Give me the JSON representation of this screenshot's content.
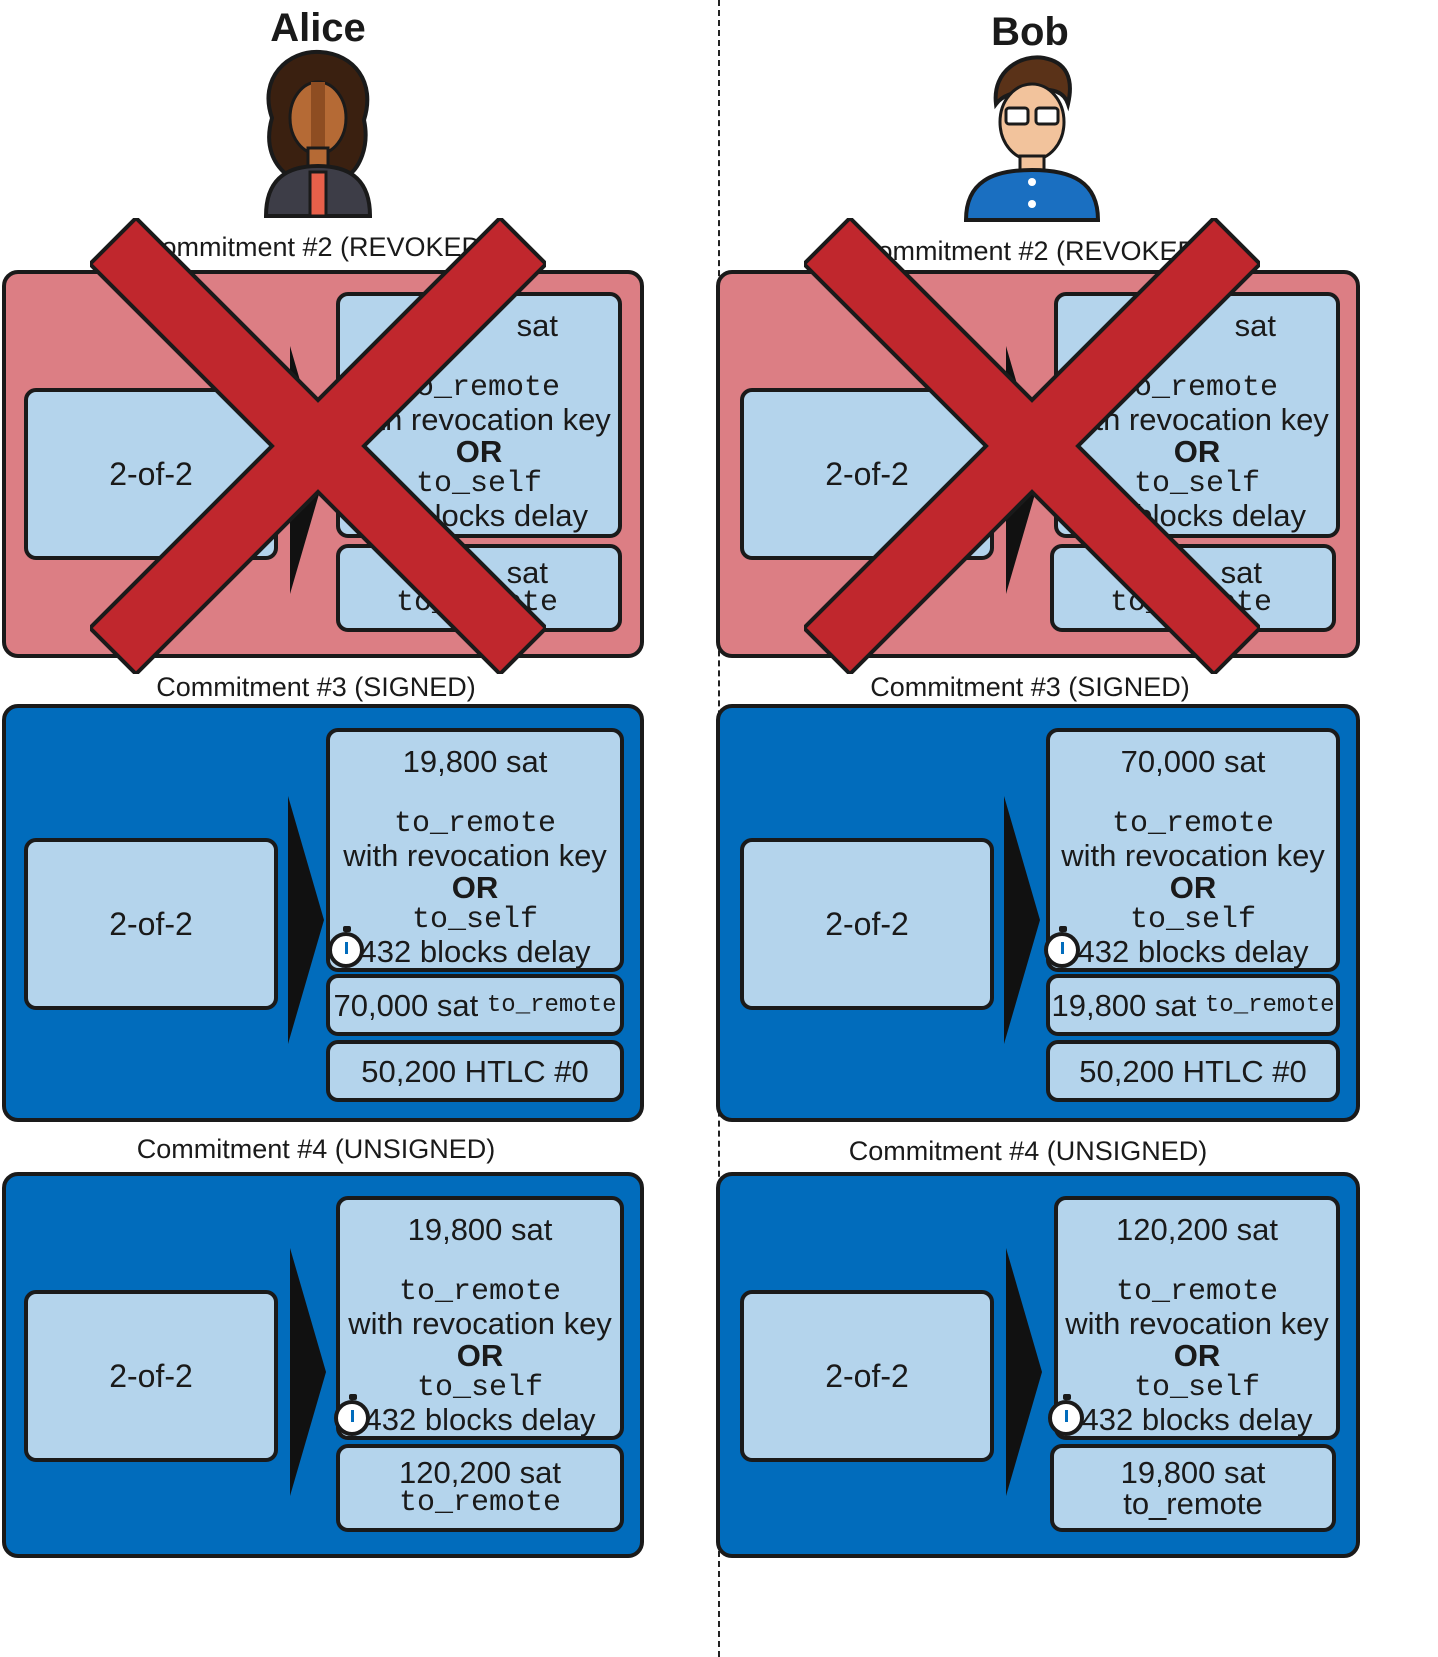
{
  "parties": {
    "left": {
      "name": "Alice"
    },
    "right": {
      "name": "Bob"
    }
  },
  "alice": {
    "c2": {
      "title": "Commitment #2 (REVOKED)",
      "multisig": "2-of-2",
      "out1": {
        "amount": "sat",
        "a": "to_remote",
        "b": "with revocation key",
        "or": "OR",
        "c": "to_self",
        "d": "blocks delay"
      },
      "out2": {
        "amount": "sat",
        "a": "to_remote"
      }
    },
    "c3": {
      "title": "Commitment #3 (SIGNED)",
      "multisig": "2-of-2",
      "out1": {
        "amount": "19,800 sat",
        "a": "to_remote",
        "b": "with revocation key",
        "or": "OR",
        "c": "to_self",
        "d": "432 blocks delay"
      },
      "out2": {
        "amount": "70,000 sat",
        "a": "to_remote"
      },
      "out3": {
        "label": "50,200 HTLC #0"
      }
    },
    "c4": {
      "title": "Commitment #4 (UNSIGNED)",
      "multisig": "2-of-2",
      "out1": {
        "amount": "19,800 sat",
        "a": "to_remote",
        "b": "with revocation key",
        "or": "OR",
        "c": "to_self",
        "d": "432 blocks delay"
      },
      "out2": {
        "amount": "120,200 sat",
        "a": "to_remote"
      }
    }
  },
  "bob": {
    "c2": {
      "title": "Commitment #2 (REVOKED)",
      "multisig": "2-of-2",
      "out1": {
        "amount": "sat",
        "a": "to_remote",
        "b": "with revocation key",
        "or": "OR",
        "c": "to_self",
        "d": "blocks delay"
      },
      "out2": {
        "amount": "sat",
        "a": "to_remote"
      }
    },
    "c3": {
      "title": "Commitment #3 (SIGNED)",
      "multisig": "2-of-2",
      "out1": {
        "amount": "70,000 sat",
        "a": "to_remote",
        "b": "with revocation key",
        "or": "OR",
        "c": "to_self",
        "d": "432 blocks delay"
      },
      "out2": {
        "amount": "19,800 sat",
        "a": "to_remote"
      },
      "out3": {
        "label": "50,200 HTLC #0"
      }
    },
    "c4": {
      "title": "Commitment #4 (UNSIGNED)",
      "multisig": "2-of-2",
      "out1": {
        "amount": "120,200 sat",
        "a": "to_remote",
        "b": "with revocation key",
        "or": "OR",
        "c": "to_self",
        "d": "432 blocks delay"
      },
      "out2": {
        "amount": "19,800 sat",
        "a": "to_remote"
      }
    }
  },
  "colors": {
    "revoked_panel": "#dc7e84",
    "signed_panel": "#016cbc",
    "output_box": "#b4d4ec",
    "cross": "#c0272d"
  },
  "icons": [
    "alice-avatar-icon",
    "bob-avatar-icon",
    "timer-icon",
    "revoked-cross-icon",
    "arrow-icon"
  ]
}
